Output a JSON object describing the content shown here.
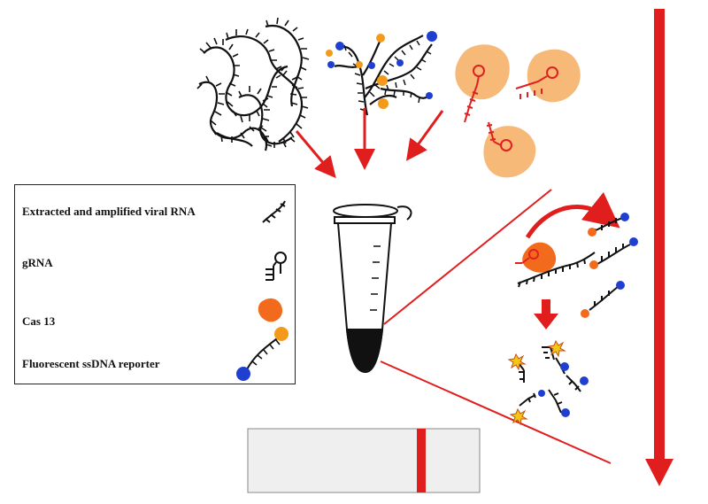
{
  "legend": {
    "items": [
      {
        "label": "Extracted  and  amplified  viral RNA",
        "icon": "viral-rna-icon"
      },
      {
        "label": "gRNA",
        "icon": "grna-icon"
      },
      {
        "label": "Cas 13",
        "icon": "cas13-icon"
      },
      {
        "label": "Fluorescent  ssDNA reporter",
        "icon": "ssdna-reporter-icon"
      }
    ]
  },
  "colors": {
    "arrow": "#e01e1e",
    "cas13": "#f7b977",
    "cas13_active": "#f26b1d",
    "reporter_blue": "#1f3fd1",
    "reporter_orange": "#f39a1b",
    "fluorescence": "#f5c518",
    "grna": "#e02020"
  },
  "test_strip": {
    "band_color": "#e01e1e",
    "strip_color": "#efefef"
  }
}
